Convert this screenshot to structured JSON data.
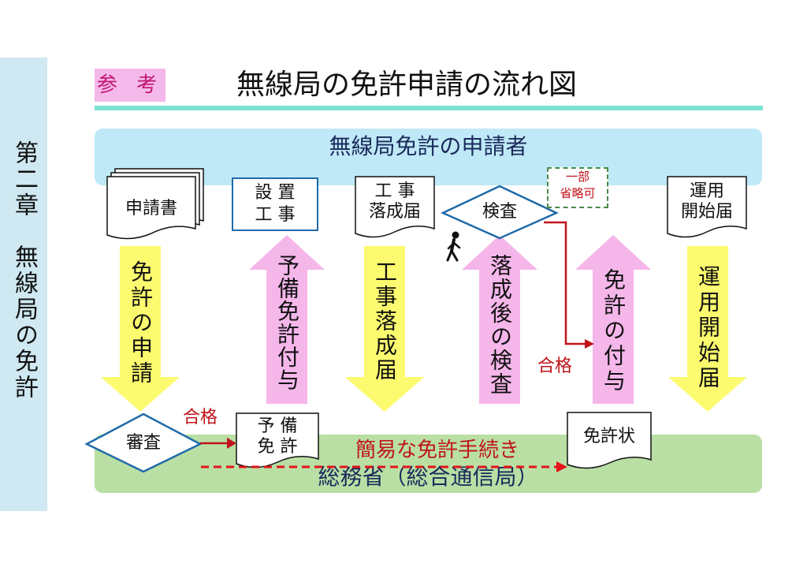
{
  "chapter": "第二章　無線局の免許",
  "tag": "参 考",
  "title": "無線局の免許申請の流れ図",
  "top_band": "無線局免許の申請者",
  "bottom_band": "総務省（総合通信局）",
  "documents": {
    "application": "申請書",
    "install_line1": "設 置",
    "install_line2": "工 事",
    "completion_line1": "工 事",
    "completion_line2": "落成届",
    "operation_line1": "運用",
    "operation_line2": "開始届",
    "preliminary_line1": "予 備",
    "preliminary_line2": "免 許",
    "license_cert": "免許状"
  },
  "diamonds": {
    "inspection": "検査",
    "review": "審査"
  },
  "note": {
    "line1": "一部",
    "line2": "省略可"
  },
  "arrows": {
    "apply": "免許の申請",
    "preliminary": "予備免許付与",
    "completion": "工事落成届",
    "post_inspection": "落成後の検査",
    "grant": "免許の付与",
    "operation": "運用開始届"
  },
  "labels": {
    "pass1": "合格",
    "pass2": "合格",
    "simple": "簡易な免許手続き"
  },
  "colors": {
    "yellow_arrow": "#fcfa6e",
    "pink_arrow": "#f5b6ea",
    "red": "#c0141a",
    "navy": "#1b2a5c",
    "diamond_border": "#1f6aa8"
  }
}
